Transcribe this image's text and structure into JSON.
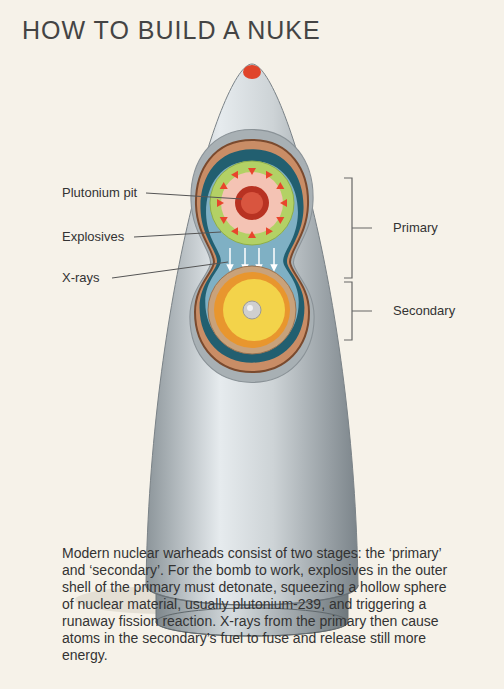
{
  "diagram": {
    "title": "HOW TO BUILD A NUKE",
    "caption": "Modern nuclear warheads consist of two stages: the ‘primary’ and ‘secondary’. For the bomb to work, explosives in the outer shell of the primary must detonate, squeezing a hollow sphere of nuclear material, usually plutonium-239, and triggering a runaway fission reaction. X-rays from the primary then cause atoms in the secondary’s fuel to fuse and release still more energy.",
    "labels": [
      "Plutonium pit",
      "Explosives",
      "X-rays",
      "Primary",
      "Secondary"
    ]
  }
}
